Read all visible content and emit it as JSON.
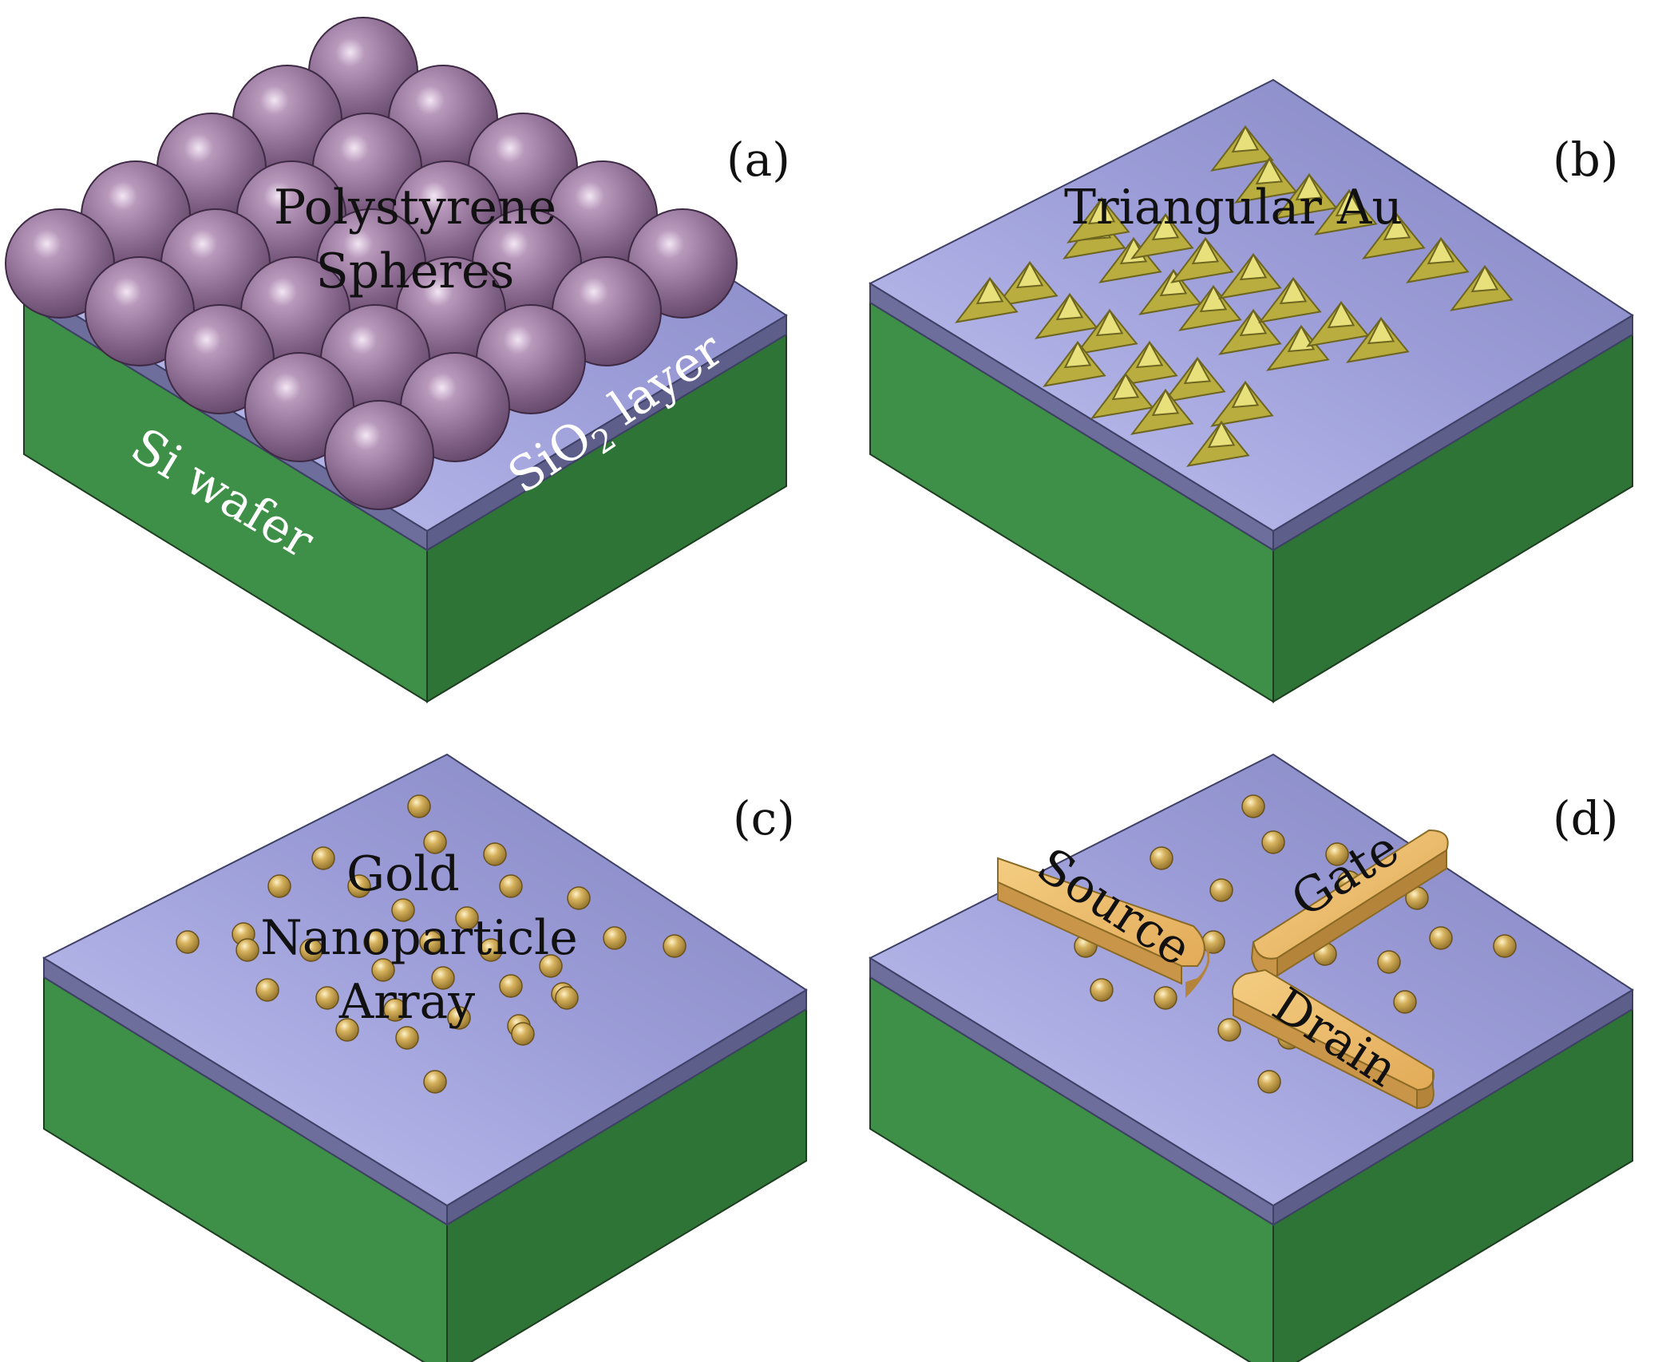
{
  "figure": {
    "panels": [
      {
        "label": "(a)",
        "annotations": {
          "spheres_line1": "Polystyrene",
          "spheres_line2": "Spheres",
          "substrate": "Si wafer",
          "oxide_prefix": "SiO",
          "oxide_subscript": "2",
          "oxide_suffix": " layer"
        }
      },
      {
        "label": "(b)",
        "annotations": {
          "triangles": "Triangular Au"
        }
      },
      {
        "label": "(c)",
        "annotations": {
          "line1": "Gold",
          "line2": "Nanoparticle",
          "line3": "Array"
        }
      },
      {
        "label": "(d)",
        "annotations": {
          "source": "Source",
          "gate": "Gate",
          "drain": "Drain"
        }
      }
    ]
  },
  "colors": {
    "silicon": "#3e8f47",
    "silicon_dark": "#2f7437",
    "oxide_top": "#9a9bd8",
    "oxide_edge": "#6d6e9c",
    "polystyrene": "#8e6a92",
    "gold_particle": "#c9a44d",
    "triangle_au": "#e8e07a",
    "electrode": "#e8b866"
  }
}
